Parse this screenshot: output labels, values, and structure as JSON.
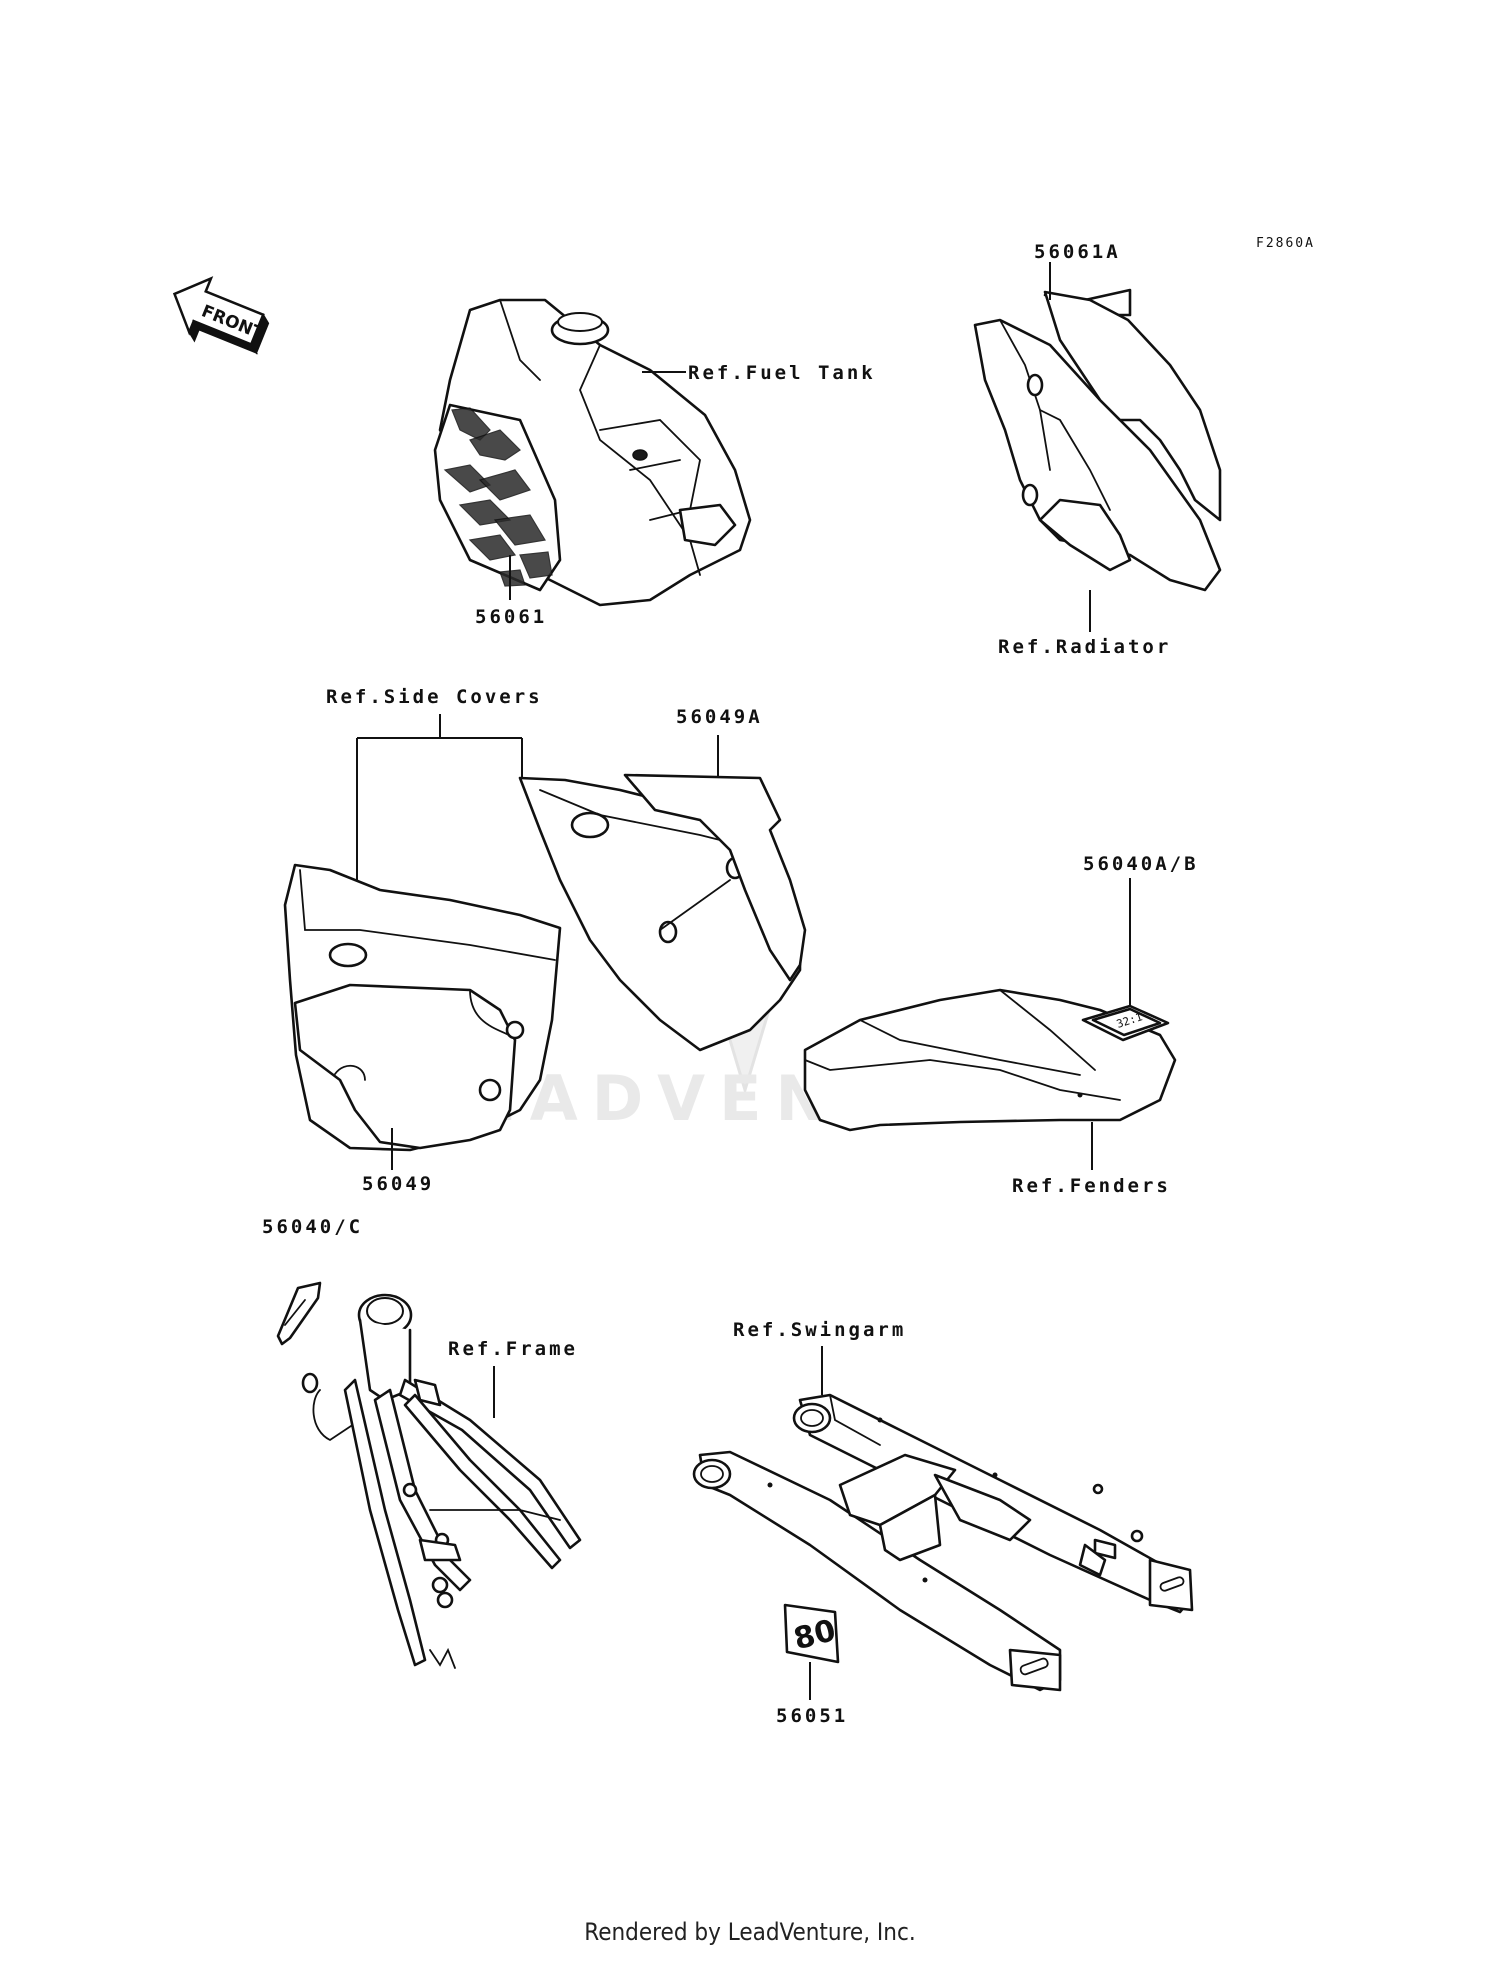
{
  "figure_code": "F2860A",
  "front_badge": "FRONT",
  "watermark": "LEADVENTURE",
  "labels": {
    "fuel_tank": "Ref.Fuel Tank",
    "radiator": "Ref.Radiator",
    "side_covers": "Ref.Side Covers",
    "fenders": "Ref.Fenders",
    "frame": "Ref.Frame",
    "swingarm": "Ref.Swingarm"
  },
  "parts": {
    "p56061": "56061",
    "p56061A": "56061A",
    "p56049": "56049",
    "p56049A": "56049A",
    "p56040AB": "56040A/B",
    "p56040C": "56040/C",
    "p56051": "56051"
  },
  "decal_texts": {
    "ratio_label": "32:1",
    "number_label": "80"
  },
  "footer": "Rendered by LeadVenture, Inc."
}
